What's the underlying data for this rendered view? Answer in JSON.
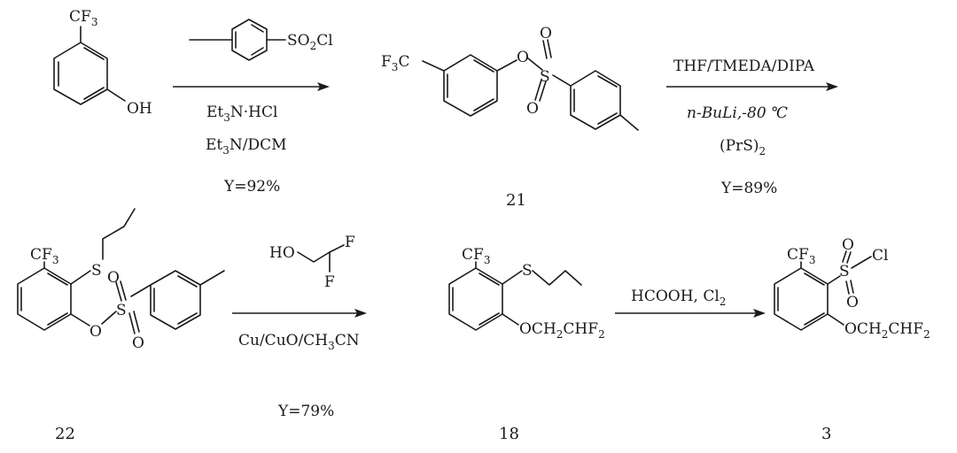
{
  "row1": {
    "sm": {
      "cf3": "CF",
      "cf3_sub": "3",
      "oh": "OH"
    },
    "tscl": {
      "so2cl_a": "SO",
      "so2cl_sub": "2",
      "so2cl_b": "Cl"
    },
    "step1": {
      "reagent_a": "Et",
      "reagent_a_sub": "3",
      "reagent_a_rest": "N·HCl",
      "reagent_b": "Et",
      "reagent_b_sub": "3",
      "reagent_b_rest": "N/DCM",
      "yield": "Y=92%"
    },
    "c21": {
      "f3c_a": "F",
      "f3c_sub": "3",
      "f3c_b": "C",
      "o_link": "O",
      "s": "S",
      "o_up": "O",
      "o_down": "O",
      "label": "21"
    },
    "step2": {
      "solvents": "THF/TMEDA/DIPA",
      "base": "n-BuLi,-80 ℃",
      "reagent_a": "(PrS)",
      "reagent_sub": "2",
      "yield": "Y=89%"
    }
  },
  "row2": {
    "c22": {
      "cf3": "CF",
      "cf3_sub": "3",
      "s_thio": "S",
      "o_link": "O",
      "s_sulf": "S",
      "o_up": "O",
      "o_down": "O",
      "label": "22"
    },
    "step3": {
      "ho": "HO",
      "f1": "F",
      "f2": "F",
      "cat_a": "Cu/CuO/CH",
      "cat_sub": "3",
      "cat_b": "CN",
      "yield": "Y=79%"
    },
    "c18": {
      "cf3": "CF",
      "cf3_sub": "3",
      "s": "S",
      "och_a": "OCH",
      "och_sub1": "2",
      "och_b": "CHF",
      "och_sub2": "2",
      "label": "18"
    },
    "step4": {
      "reagent_a": "HCOOH, Cl",
      "reagent_sub": "2"
    },
    "c3": {
      "cf3": "CF",
      "cf3_sub": "3",
      "o_up": "O",
      "s": "S",
      "cl": "Cl",
      "o_down": "O",
      "och_a": "OCH",
      "och_sub1": "2",
      "och_b": "CHF",
      "och_sub2": "2",
      "label": "3"
    }
  }
}
